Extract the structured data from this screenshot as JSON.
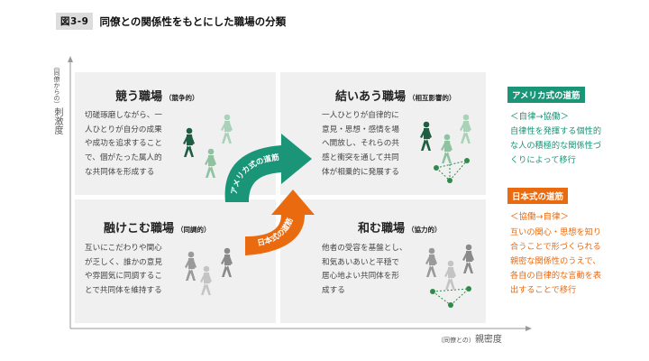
{
  "figure": {
    "tag": "図3-9",
    "title": "同僚との関係性をもとにした職場の分類"
  },
  "axes": {
    "y_prefix": "（同僚からの）",
    "y_label": "刺激度",
    "x_prefix": "（同僚との）",
    "x_label": "親密度"
  },
  "quadrants": {
    "top_left": {
      "title": "競う職場",
      "subtitle": "（競争的）",
      "body": "切磋琢磨しながら、一\n人ひとりが自分の成果\nや成功を追求すること\nで、個がたった属人的\nな共同体を形成する"
    },
    "top_right": {
      "title": "結いあう職場",
      "subtitle": "（相互影響的）",
      "body": "一人ひとりが自律的に\n意見・思想・感情を場\nへ開放し、それらの共\n感と衝突を通して共同\n体が相乗的に発展する"
    },
    "bottom_left": {
      "title": "融けこむ職場",
      "subtitle": "（同調的）",
      "body": "互いにこだわりや関心\nが乏しく、誰かの意見\nや雰囲気に同調するこ\nとで共同体を維持する"
    },
    "bottom_right": {
      "title": "和む職場",
      "subtitle": "（協力的）",
      "body": "他者の受容を基盤とし、\n和気あいあいと平穏で\n居心地よい共同体を形\n成する"
    }
  },
  "arrows": {
    "american_label": "アメリカ式の道筋",
    "japanese_label": "日本式の道筋"
  },
  "routes": {
    "american": {
      "box": "アメリカ式の道筋",
      "path": "＜自律→協働＞",
      "desc": "自律性を発揮する個性的\nな人の積極的な関係性づ\nくりによって移行"
    },
    "japanese": {
      "box": "日本式の道筋",
      "path": "＜協働→自律＞",
      "desc": "互いの関心・思想を知り\n合うことで形づくられる\n親密な関係性のうえで、\n各自の自律的な言動を表\n出することで移行"
    }
  },
  "colors": {
    "green": "#1a9578",
    "orange": "#ea6a10",
    "quadrant_bg": "#f0f0f0",
    "figure_dark_green": "#1f5e43",
    "figure_light_green": "#a9d2b8",
    "figure_gray": "#9a9a9a",
    "figure_light_gray": "#c4c4c4",
    "node_green": "#2f8a4d"
  },
  "icons": [
    "walking-person-icon",
    "network-node-icon"
  ]
}
